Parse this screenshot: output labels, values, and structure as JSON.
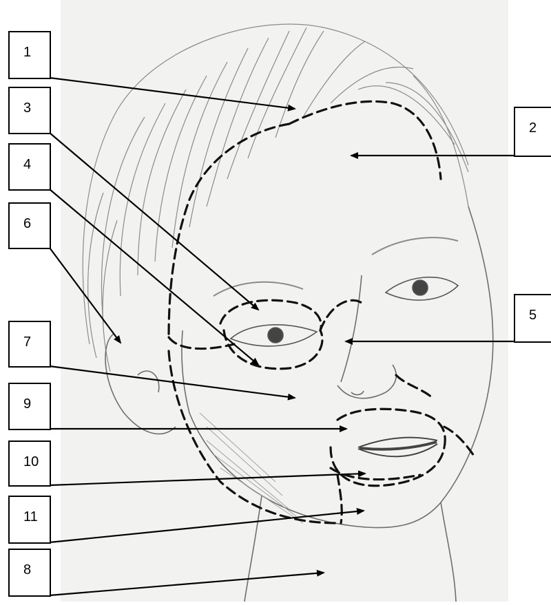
{
  "diagram": {
    "labels": [
      {
        "id": "1",
        "text": "1"
      },
      {
        "id": "2",
        "text": "2"
      },
      {
        "id": "3",
        "text": "3"
      },
      {
        "id": "4",
        "text": "4"
      },
      {
        "id": "5",
        "text": "5"
      },
      {
        "id": "6",
        "text": "6"
      },
      {
        "id": "7",
        "text": "7"
      },
      {
        "id": "8",
        "text": "8"
      },
      {
        "id": "9",
        "text": "9"
      },
      {
        "id": "10",
        "text": "10"
      },
      {
        "id": "11",
        "text": "11"
      }
    ]
  },
  "colors": {
    "ink": "#000000",
    "pencil": "#7a7a7a",
    "pencil_light": "#a9a9a9",
    "paper": "#f2f2f0"
  }
}
